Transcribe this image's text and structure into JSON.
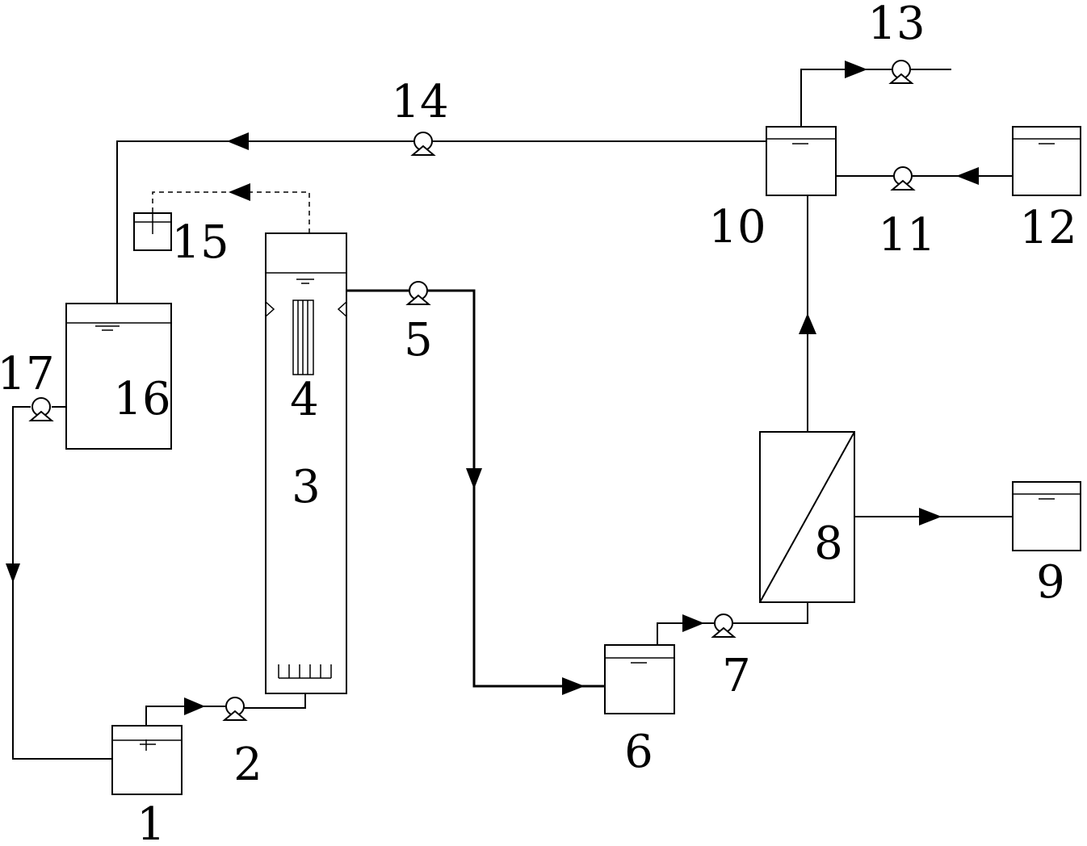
{
  "diagram": {
    "labels": {
      "l1": "1",
      "l2": "2",
      "l3": "3",
      "l4": "4",
      "l5": "5",
      "l6": "6",
      "l7": "7",
      "l8": "8",
      "l9": "9",
      "l10": "10",
      "l11": "11",
      "l12": "12",
      "l13": "13",
      "l14": "14",
      "l15": "15",
      "l16": "16",
      "l17": "17"
    },
    "line_color": "#000000",
    "background": "#ffffff"
  }
}
